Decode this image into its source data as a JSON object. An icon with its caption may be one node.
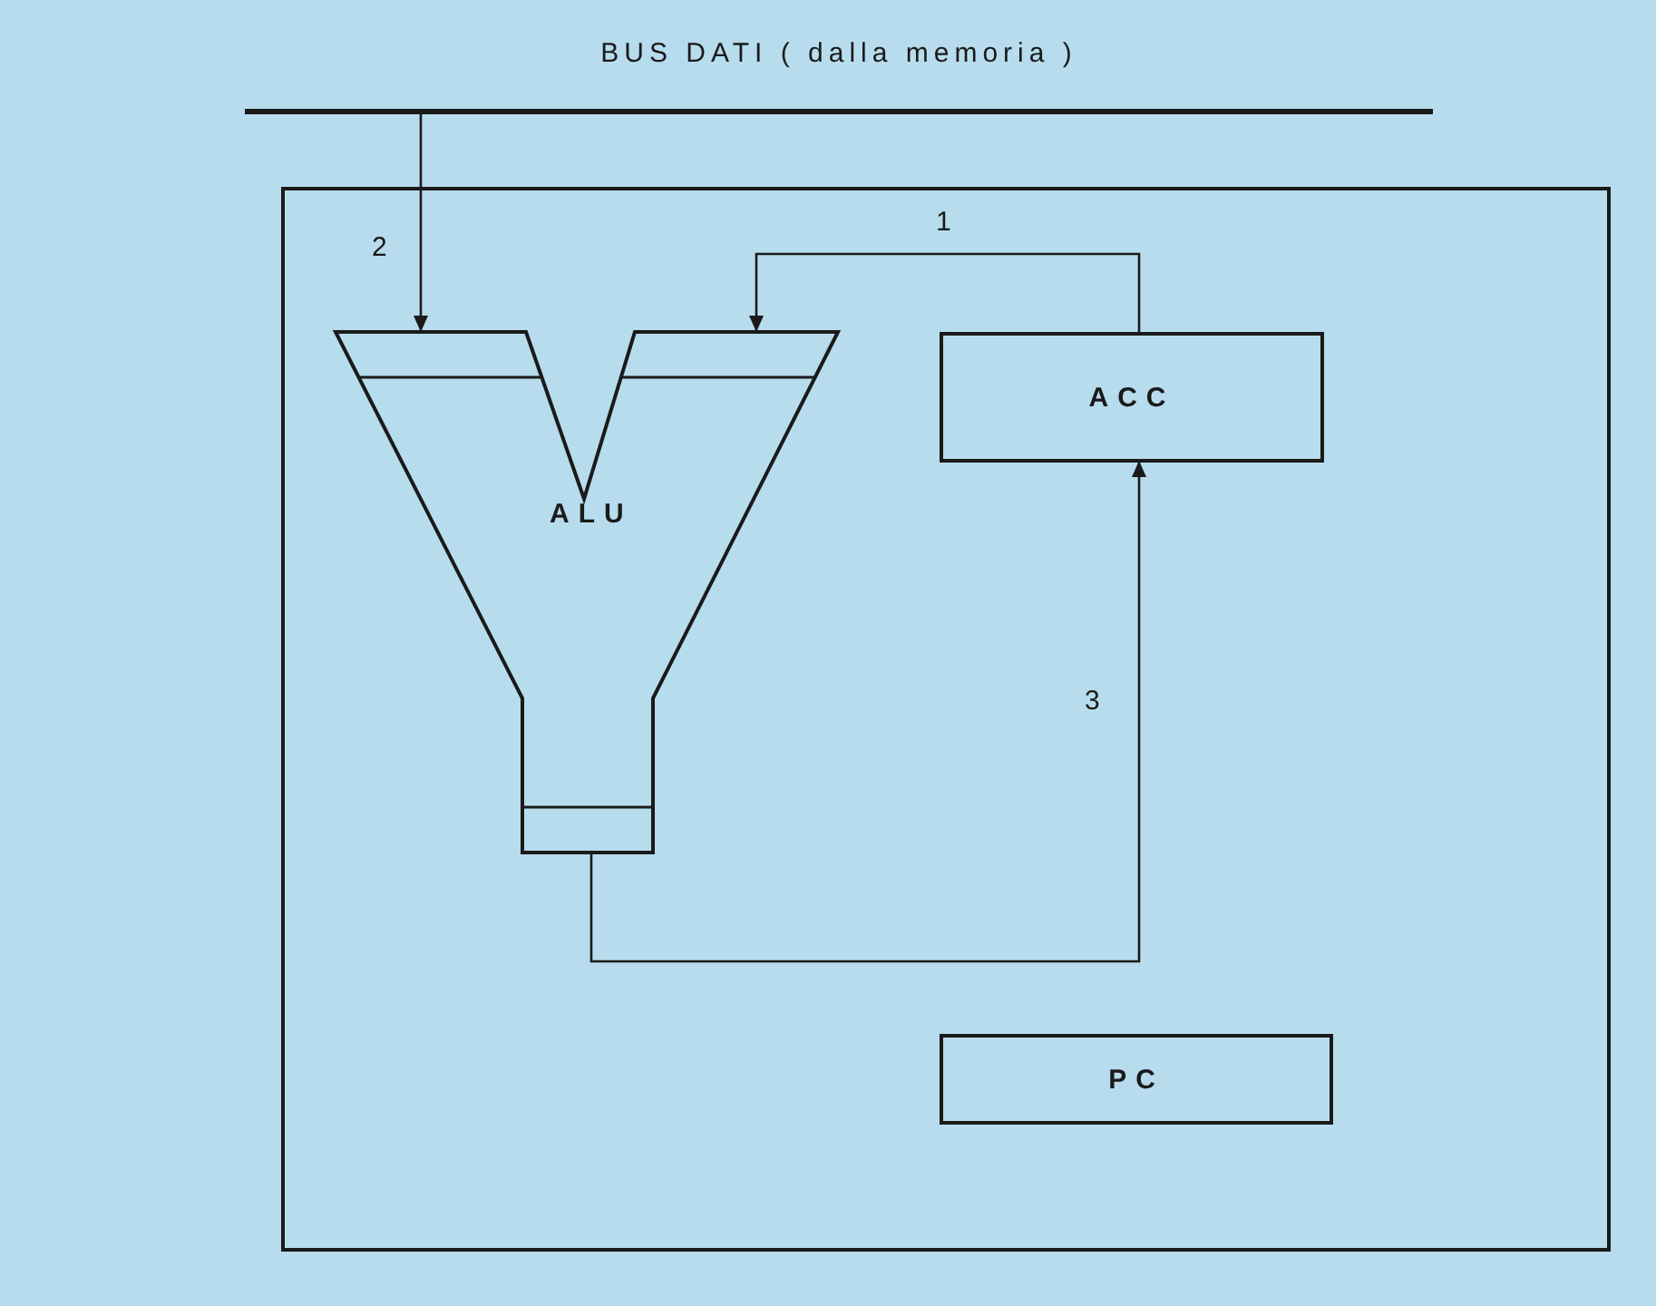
{
  "diagram": {
    "nodes": [
      {
        "text": [
          "BUS DATI ( dalla memoria )"
        ]
      },
      {
        "text": [],
        "shape": "box"
      },
      {
        "text": [
          "ALU"
        ],
        "in": 1
      },
      {
        "text": [
          "ACC"
        ],
        "in": 1
      },
      {
        "text": [
          "PC"
        ],
        "in": 1
      }
    ],
    "edges": [
      {
        "from": 0,
        "to": 2,
        "arrow": "to",
        "label": "2"
      },
      {
        "from": 3,
        "to": 2,
        "arrow": "to",
        "label": "1"
      },
      {
        "from": 2,
        "to": 3,
        "arrow": "to",
        "label": "3"
      }
    ]
  }
}
